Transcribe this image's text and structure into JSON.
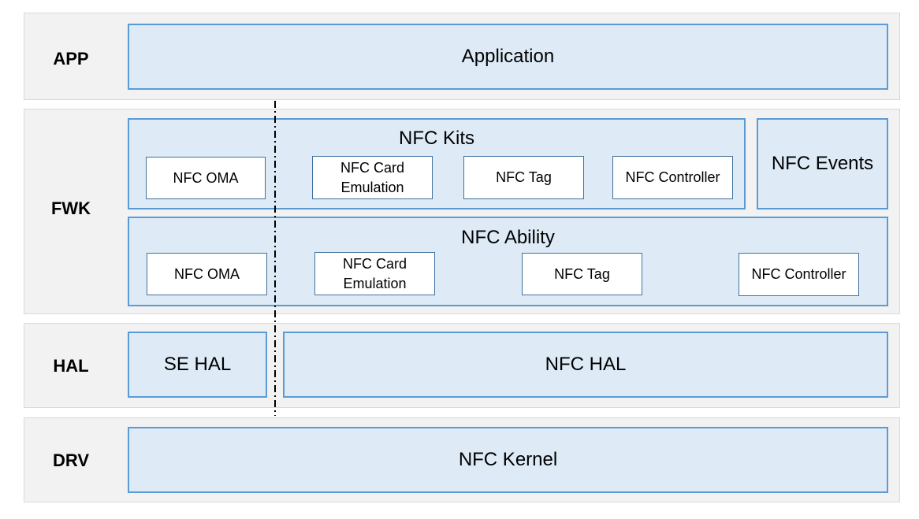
{
  "layers": {
    "app": {
      "label": "APP"
    },
    "fwk": {
      "label": "FWK"
    },
    "hal": {
      "label": "HAL"
    },
    "drv": {
      "label": "DRV"
    }
  },
  "app": {
    "application": "Application"
  },
  "fwk": {
    "kits": {
      "title": "NFC Kits",
      "modules": [
        "NFC OMA",
        "NFC Card Emulation",
        "NFC Tag",
        "NFC Controller"
      ]
    },
    "events": "NFC Events",
    "ability": {
      "title": "NFC Ability",
      "modules": [
        "NFC OMA",
        "NFC Card Emulation",
        "NFC Tag",
        "NFC Controller"
      ]
    }
  },
  "hal": {
    "se_hal": "SE HAL",
    "nfc_hal": "NFC HAL"
  },
  "drv": {
    "nfc_kernel": "NFC Kernel"
  },
  "colors": {
    "layer_bg": "#f2f2f2",
    "box_fill": "#deebf7",
    "box_border": "#5b9bd5",
    "module_border": "#41719c"
  }
}
